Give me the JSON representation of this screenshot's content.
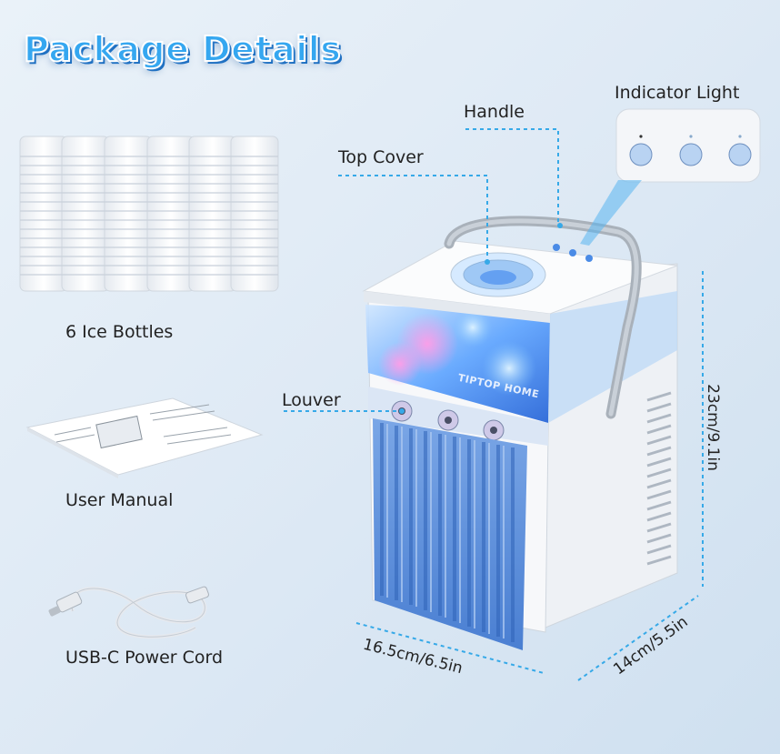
{
  "title": "Package Details",
  "items": {
    "ice_bottles": "6 Ice Bottles",
    "user_manual": "User Manual",
    "power_cord": "USB-C Power Cord"
  },
  "callouts": {
    "handle": "Handle",
    "indicator_light": "Indicator Light",
    "top_cover": "Top Cover",
    "louver": "Louver"
  },
  "brand": "TIPTOP HOME",
  "dimensions": {
    "height": "23cm/9.1in",
    "width": "16.5cm/6.5in",
    "depth": "14cm/5.5in"
  },
  "colors": {
    "title": "#35a7f0",
    "accent_blue": "#3a8fe0",
    "panel_blue": "#5d93dd",
    "callout_line": "#36a9e8"
  }
}
